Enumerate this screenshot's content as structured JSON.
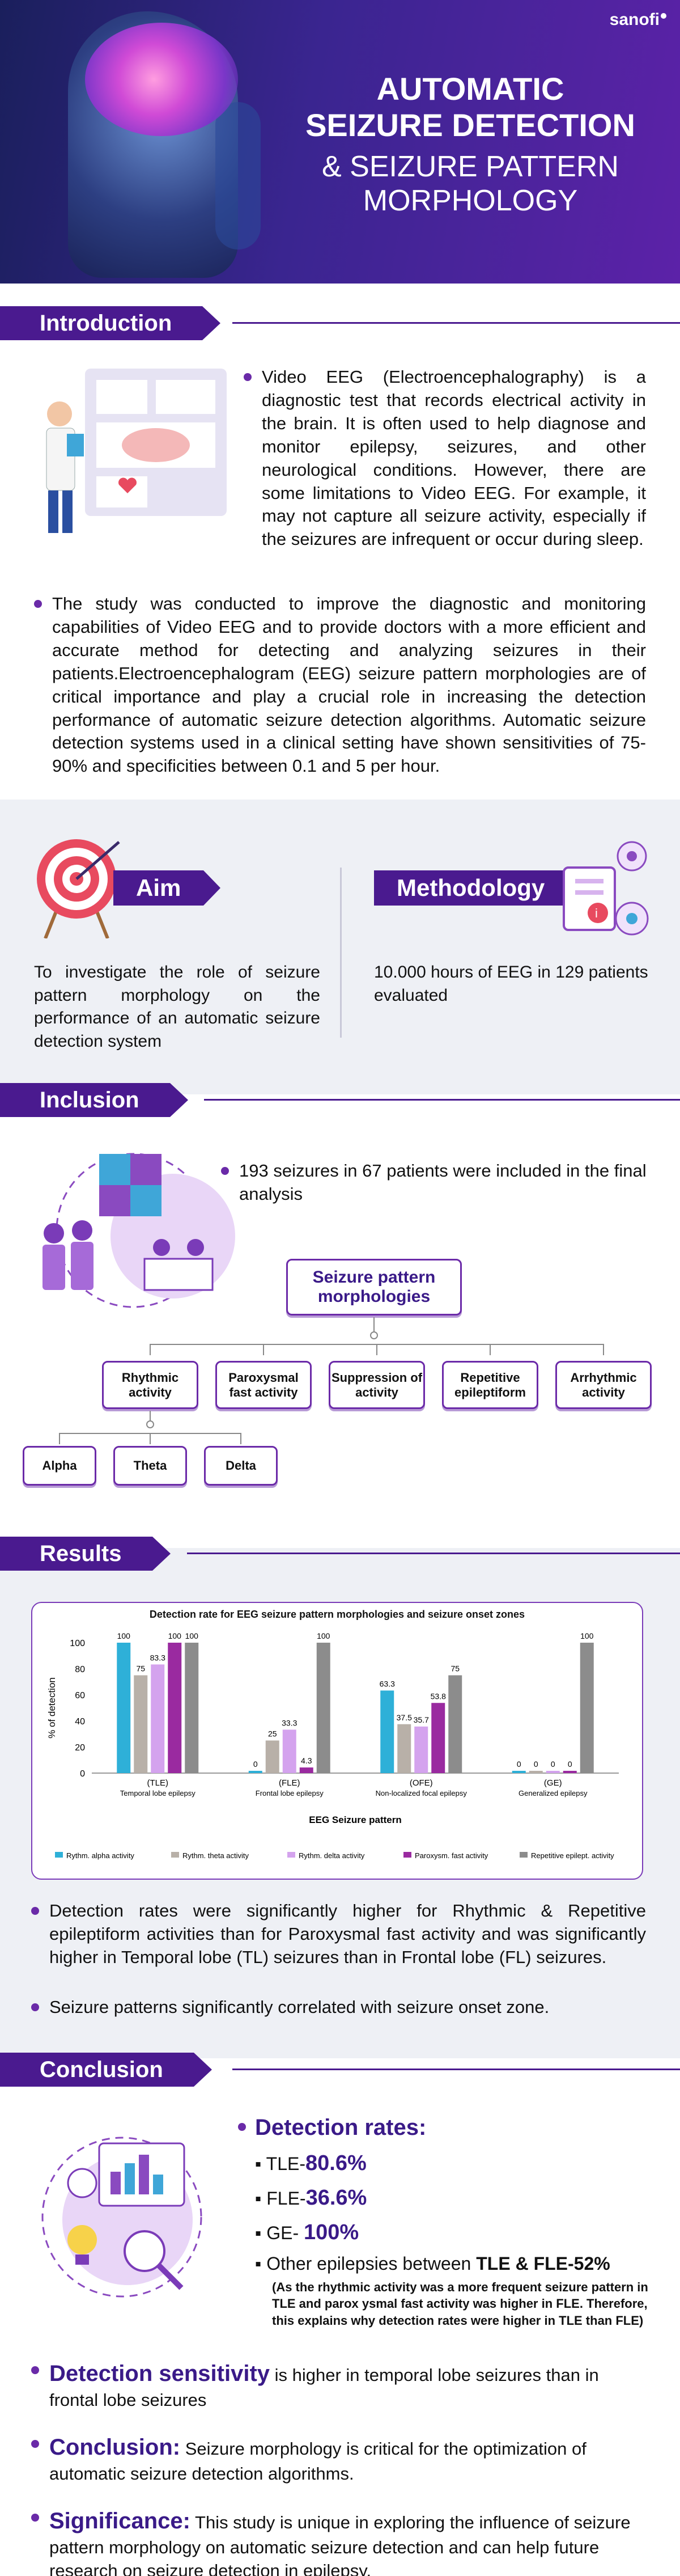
{
  "header": {
    "brand": "sanofi",
    "title_line1": "AUTOMATIC",
    "title_line2": "SEIZURE DETECTION",
    "title_line3": "& SEIZURE PATTERN",
    "title_line4": "MORPHOLOGY"
  },
  "introduction": {
    "heading": "Introduction",
    "para1": "Video EEG (Electroencephalography) is a diagnostic test that records electrical activity in the brain. It is often used to help diagnose and monitor epilepsy, seizures, and other neurological conditions. However, there are some limitations to Video EEG. For example, it may not capture all seizure activity, especially if the seizures are infrequent or occur during sleep.",
    "para2": "The study was conducted to improve the diagnostic and monitoring capabilities of Video EEG and to provide doctors with a more efficient and accurate method for detecting and analyzing seizures in their patients.Electroencephalogram (EEG) seizure pattern morphologies are of critical importance and play a crucial role in increasing the detection performance of automatic seizure detection algorithms. Automatic seizure detection systems used in a clinical setting have shown sensitivities of 75-90% and specificities between 0.1 and 5 per hour."
  },
  "aim": {
    "heading": "Aim",
    "text": "To investigate the role of seizure pattern morphology on the performance of an automatic seizure detection system"
  },
  "methodology": {
    "heading": "Methodology",
    "text": "10.000 hours of EEG in 129 patients evaluated"
  },
  "inclusion": {
    "heading": "Inclusion",
    "text": "193 seizures in 67 patients were included in the final analysis",
    "root": "Seizure pattern morphologies",
    "children": [
      "Rhythmic activity",
      "Paroxysmal fast activity",
      "Suppression of activity",
      "Repetitive epileptiform",
      "Arrhythmic activity"
    ],
    "grandchildren": [
      "Alpha",
      "Theta",
      "Delta"
    ]
  },
  "results": {
    "heading": "Results",
    "bullet1": "Detection rates were significantly higher for Rhythmic & Repetitive epileptiform activities than for Paroxysmal fast activity and was significantly higher in Temporal lobe (TL) seizures than in Frontal lobe (FL) seizures.",
    "bullet2": "Seizure patterns significantly correlated with seizure onset zone."
  },
  "chart_data": {
    "type": "bar",
    "title": "Detection rate for EEG seizure pattern morphologies and seizure onset zones",
    "xlabel": "EEG Seizure pattern",
    "ylabel": "% of detection",
    "ylim": [
      0,
      100
    ],
    "yticks": [
      "0",
      "20",
      "40",
      "60",
      "80",
      "100"
    ],
    "categories": [
      "(TLE)",
      "(FLE)",
      "(OFE)",
      "(GE)"
    ],
    "category_sublabels": [
      "Temporal lobe epilepsy",
      "Frontal lobe epilepsy",
      "Non-localized focal epilepsy",
      "Generalized epilepsy"
    ],
    "series": [
      {
        "name": "Rythm. alpha activity",
        "color": "#2eb0d8",
        "values": [
          100,
          0,
          63.3,
          0
        ]
      },
      {
        "name": "Rythm. theta activity",
        "color": "#b8b0a8",
        "values": [
          75,
          25,
          37.5,
          0
        ]
      },
      {
        "name": "Rythm. delta activity",
        "color": "#d4a3ee",
        "values": [
          83.3,
          33.3,
          35.7,
          0
        ]
      },
      {
        "name": "Paroxysm. fast activity",
        "color": "#9a2aa0",
        "values": [
          100,
          4.3,
          53.8,
          0
        ]
      },
      {
        "name": "Repetitive epilept. activity",
        "color": "#8c8c8c",
        "values": [
          100,
          100,
          75,
          100
        ]
      }
    ],
    "value_labels": [
      [
        "100",
        "0",
        "63.3",
        "0"
      ],
      [
        "75",
        "25",
        "37.5",
        "0"
      ],
      [
        "83.3",
        "33.3",
        "35.7",
        "0"
      ],
      [
        "100",
        "4.3",
        "53.8",
        "0"
      ],
      [
        "100",
        "100",
        "75",
        "100"
      ]
    ],
    "grid": false,
    "legend": "bottom"
  },
  "conclusion": {
    "heading": "Conclusion",
    "rates_heading": "Detection  rates:",
    "rates": [
      {
        "label": "TLE-",
        "value": "80.6%"
      },
      {
        "label": "FLE-",
        "value": "36.6%"
      },
      {
        "label": "GE- ",
        "value": "100%"
      }
    ],
    "other_prefix": "Other epilepsies between ",
    "other_value": "TLE & FLE-52%",
    "note": "(As the rhythmic activity was a more frequent seizure pattern in TLE and parox ysmal fast activity was higher in FLE. Therefore, this explains why detection rates were higher in TLE than FLE)",
    "sensitivity_key": "Detection sensitivity",
    "sensitivity_text": " is higher in temporal lobe seizures than in frontal lobe seizures",
    "conclusion_key": "Conclusion:",
    "conclusion_text": " Seizure morphology is critical for the optimization of automatic seizure detection algorithms.",
    "significance_key": "Significance:",
    "significance_text": " This study is unique in exploring the influence of seizure pattern morphology on automatic seizure detection and can help future research on seizure detection in epilepsy."
  }
}
